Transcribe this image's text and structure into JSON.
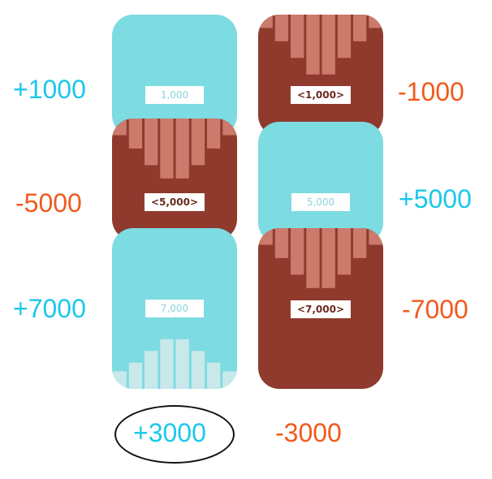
{
  "left_column": {
    "cards": [
      {
        "tag": "1,000",
        "kind": "gain",
        "bar_levels": []
      },
      {
        "tag": "<5,000>",
        "kind": "loss",
        "bar_levels": [
          0.25,
          0.45,
          0.7,
          0.9,
          0.9,
          0.7,
          0.45,
          0.25
        ]
      },
      {
        "tag": "7,000",
        "kind": "gain",
        "bar_levels": [
          0.3,
          0.45,
          0.65,
          0.85,
          0.85,
          0.65,
          0.45,
          0.3
        ]
      }
    ],
    "labels": [
      "+1000",
      "-5000",
      "+7000"
    ],
    "total": "+3000"
  },
  "right_column": {
    "cards": [
      {
        "tag": "<1,000>",
        "kind": "loss",
        "bar_levels": [
          0.2,
          0.4,
          0.65,
          0.9,
          0.9,
          0.65,
          0.4,
          0.2
        ]
      },
      {
        "tag": "5,000",
        "kind": "gain",
        "bar_levels": []
      },
      {
        "tag": "<7,000>",
        "kind": "loss",
        "bar_levels": [
          0.25,
          0.45,
          0.7,
          0.9,
          0.9,
          0.7,
          0.45,
          0.25
        ]
      }
    ],
    "labels": [
      "-1000",
      "+5000",
      "-7000"
    ],
    "total": "-3000"
  },
  "colors": {
    "gain_card": "#7ddbe2",
    "loss_card": "#8f3a2d",
    "gain_text": "#1bc8ea",
    "loss_text": "#f05a1e"
  }
}
